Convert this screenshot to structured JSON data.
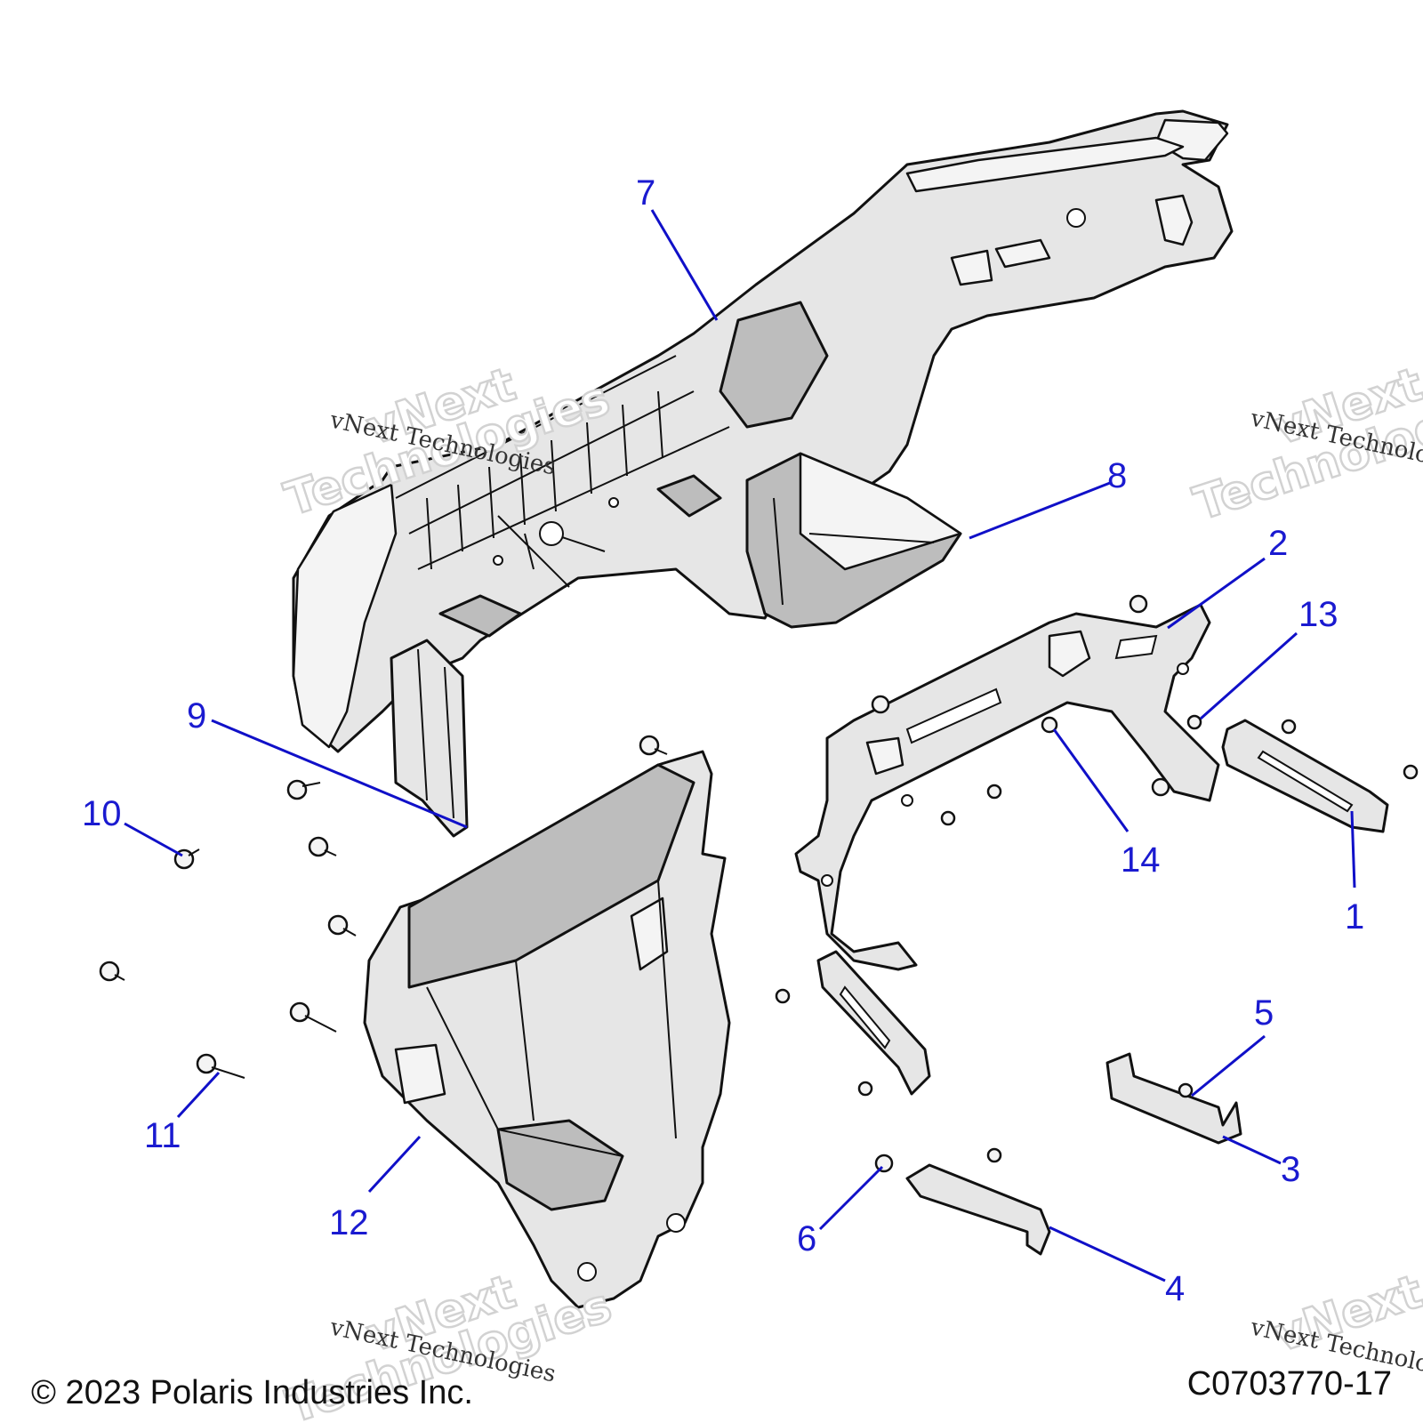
{
  "diagram": {
    "callouts": [
      {
        "id": "1",
        "label": "1"
      },
      {
        "id": "2",
        "label": "2"
      },
      {
        "id": "3",
        "label": "3"
      },
      {
        "id": "4",
        "label": "4"
      },
      {
        "id": "5",
        "label": "5"
      },
      {
        "id": "6",
        "label": "6"
      },
      {
        "id": "7",
        "label": "7"
      },
      {
        "id": "8",
        "label": "8"
      },
      {
        "id": "9",
        "label": "9"
      },
      {
        "id": "10",
        "label": "10"
      },
      {
        "id": "11",
        "label": "11"
      },
      {
        "id": "12",
        "label": "12"
      },
      {
        "id": "13",
        "label": "13"
      },
      {
        "id": "14",
        "label": "14"
      }
    ],
    "watermark": {
      "small": "vNext Technologies",
      "big_line1": "vNext",
      "big_line2": "Technologies"
    },
    "copyright": "© 2023 Polaris Industries Inc.",
    "drawing_code": "C0703770-17"
  },
  "colors": {
    "callout": "#1a1ad0",
    "outline": "#111111",
    "fill": "#e6e6e6"
  }
}
